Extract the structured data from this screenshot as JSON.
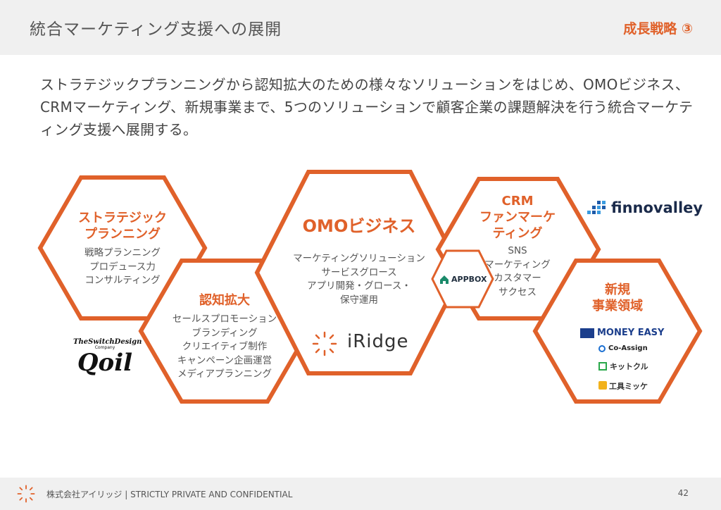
{
  "header": {
    "title": "統合マーケティング支援への展開",
    "tag": "成長戦略 ③"
  },
  "lead": "ストラテジックプランニングから認知拡大のための様々なソリューションをはじめ、OMOビジネス、CRMマーケティング、新規事業まで、5つのソリューションで顧客企業の課題解決を行う統合マーケティング支援へ展開する。",
  "hexes": {
    "strategic": {
      "title_l1": "ストラテジック",
      "title_l2": "プランニング",
      "items": [
        "戦略プランニング",
        "プロデュース力",
        "コンサルティング"
      ]
    },
    "awareness": {
      "title": "認知拡大",
      "items": [
        "セールスプロモーション",
        "ブランディング",
        "クリエイティブ制作",
        "キャンペーン企画運営",
        "メディアプランニング"
      ]
    },
    "omo": {
      "title": "OMOビジネス",
      "items": [
        "マーケティングソリューション",
        "サービスグロース",
        "アプリ開発・グロース・",
        "保守運用"
      ]
    },
    "crm": {
      "title_l1": "CRM",
      "title_l2": "ファンマーケ",
      "title_l3": "ティング",
      "items": [
        "SNS",
        "マーケティング",
        "カスタマー",
        "サクセス"
      ]
    },
    "newbiz": {
      "title_l1": "新規",
      "title_l2": "事業領域"
    }
  },
  "logos": {
    "qoil_top": "TheSwitchDesign",
    "qoil_sub": "Company",
    "qoil": "Qoil",
    "iridge": "iRidge",
    "appbox": "APPBOX",
    "finnovalley": "finnovalley",
    "moneyeasy": "MONEY EASY",
    "coassign": "Co-Assign",
    "kitcul": "キットクル",
    "kougu": "工具ミッケ"
  },
  "colors": {
    "accent": "#E0612A",
    "connector": "#d9d9d9"
  },
  "footer": {
    "company": "株式会社アイリッジ | STRICTLY PRIVATE AND CONFIDENTIAL",
    "page": "42"
  }
}
